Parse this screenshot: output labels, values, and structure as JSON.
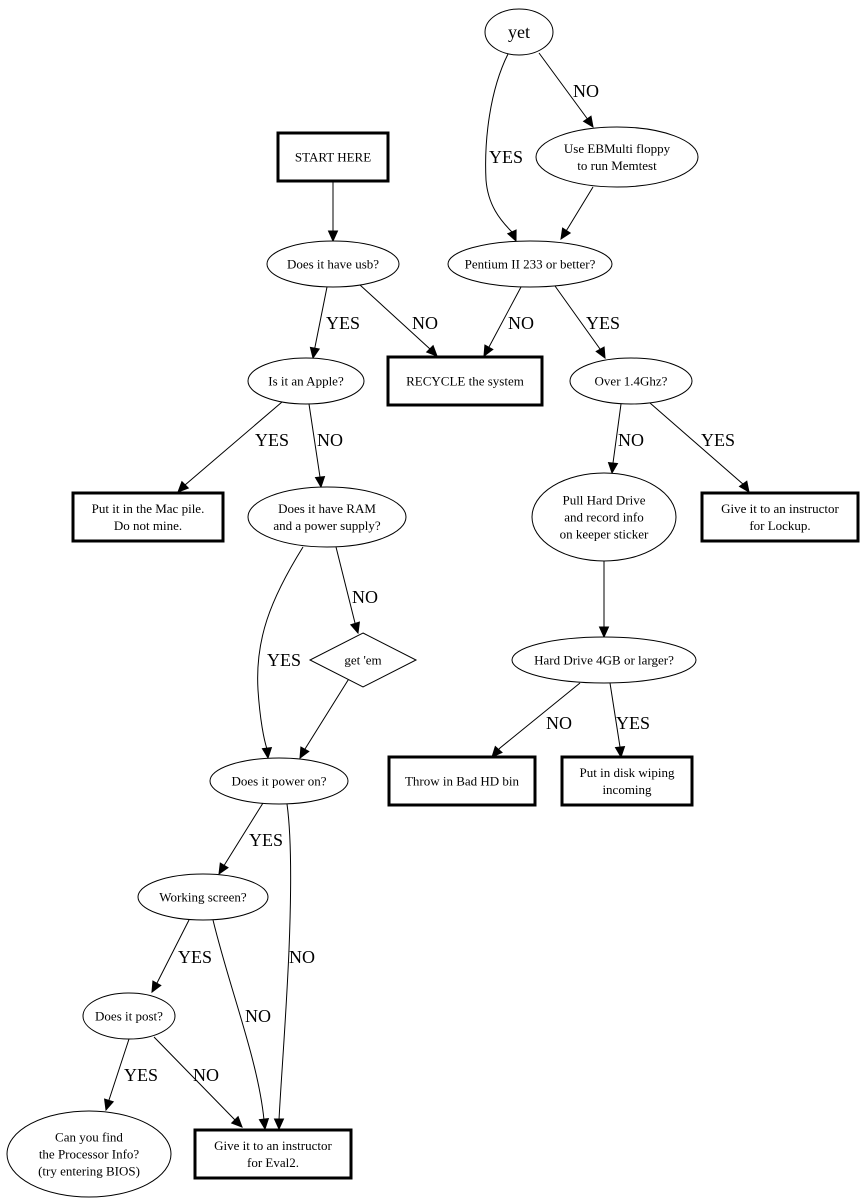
{
  "diagram": {
    "title": "Computer intake triage flowchart",
    "nodes": {
      "yet": {
        "shape": "ellipse",
        "lines": [
          "yet"
        ]
      },
      "memtest": {
        "shape": "ellipse",
        "lines": [
          "Use EBMulti floppy",
          "to run Memtest"
        ]
      },
      "start": {
        "shape": "box",
        "lines": [
          "START HERE"
        ]
      },
      "usb": {
        "shape": "ellipse",
        "lines": [
          "Does it have usb?"
        ]
      },
      "pentium": {
        "shape": "ellipse",
        "lines": [
          "Pentium II 233 or better?"
        ]
      },
      "apple": {
        "shape": "ellipse",
        "lines": [
          "Is it an Apple?"
        ]
      },
      "recycle": {
        "shape": "box",
        "lines": [
          "RECYCLE the system"
        ]
      },
      "over14": {
        "shape": "ellipse",
        "lines": [
          "Over 1.4Ghz?"
        ]
      },
      "macpile": {
        "shape": "box",
        "lines": [
          "Put it in the Mac pile.",
          "Do not mine."
        ]
      },
      "ram": {
        "shape": "ellipse",
        "lines": [
          "Does it have RAM",
          "and a power supply?"
        ]
      },
      "pullhd": {
        "shape": "ellipse",
        "lines": [
          "Pull Hard Drive",
          "and record info",
          "on keeper sticker"
        ]
      },
      "lockup": {
        "shape": "box",
        "lines": [
          "Give it to an instructor",
          "for Lockup."
        ]
      },
      "getem": {
        "shape": "diamond",
        "lines": [
          "get 'em"
        ]
      },
      "hd4gb": {
        "shape": "ellipse",
        "lines": [
          "Hard Drive 4GB or larger?"
        ]
      },
      "powers": {
        "shape": "ellipse",
        "lines": [
          "Does it power on?"
        ]
      },
      "badhd": {
        "shape": "box",
        "lines": [
          "Throw in Bad HD bin"
        ]
      },
      "wipe": {
        "shape": "box",
        "lines": [
          "Put in disk wiping",
          "incoming"
        ]
      },
      "screen": {
        "shape": "ellipse",
        "lines": [
          "Working screen?"
        ]
      },
      "post": {
        "shape": "ellipse",
        "lines": [
          "Does it post?"
        ]
      },
      "procinfo": {
        "shape": "ellipse",
        "lines": [
          "Can you find",
          "the Processor Info?",
          "(try entering BIOS)"
        ]
      },
      "eval2": {
        "shape": "box",
        "lines": [
          "Give it to an instructor",
          "for Eval2."
        ]
      }
    },
    "edges": [
      {
        "from": "yet",
        "to": "pentium",
        "label": "YES"
      },
      {
        "from": "yet",
        "to": "memtest",
        "label": "NO"
      },
      {
        "from": "memtest",
        "to": "pentium",
        "label": ""
      },
      {
        "from": "start",
        "to": "usb",
        "label": ""
      },
      {
        "from": "usb",
        "to": "apple",
        "label": "YES"
      },
      {
        "from": "usb",
        "to": "recycle",
        "label": "NO"
      },
      {
        "from": "pentium",
        "to": "recycle",
        "label": "NO"
      },
      {
        "from": "pentium",
        "to": "over14",
        "label": "YES"
      },
      {
        "from": "apple",
        "to": "macpile",
        "label": "YES"
      },
      {
        "from": "apple",
        "to": "ram",
        "label": "NO"
      },
      {
        "from": "over14",
        "to": "pullhd",
        "label": "NO"
      },
      {
        "from": "over14",
        "to": "lockup",
        "label": "YES"
      },
      {
        "from": "ram",
        "to": "powers",
        "label": "YES"
      },
      {
        "from": "ram",
        "to": "getem",
        "label": "NO"
      },
      {
        "from": "getem",
        "to": "powers",
        "label": ""
      },
      {
        "from": "pullhd",
        "to": "hd4gb",
        "label": ""
      },
      {
        "from": "hd4gb",
        "to": "badhd",
        "label": "NO"
      },
      {
        "from": "hd4gb",
        "to": "wipe",
        "label": "YES"
      },
      {
        "from": "powers",
        "to": "screen",
        "label": "YES"
      },
      {
        "from": "powers",
        "to": "eval2",
        "label": "NO"
      },
      {
        "from": "screen",
        "to": "post",
        "label": "YES"
      },
      {
        "from": "screen",
        "to": "eval2",
        "label": "NO"
      },
      {
        "from": "post",
        "to": "procinfo",
        "label": "YES"
      },
      {
        "from": "post",
        "to": "eval2",
        "label": "NO"
      }
    ]
  }
}
